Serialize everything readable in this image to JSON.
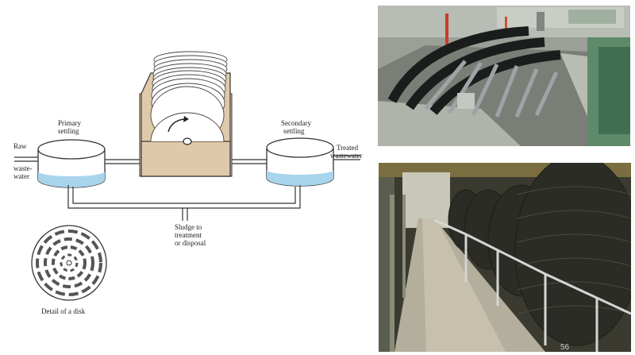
{
  "labels": {
    "raw": "Raw",
    "raw_line2": "waste-",
    "raw_line3": "water",
    "primary_line1": "Primary",
    "primary_line2": "settling",
    "secondary_line1": "Secondary",
    "secondary_line2": "settling",
    "treated_line1": "Treated",
    "treated_line2": "wastewater",
    "sludge_line1": "Sludge to",
    "sludge_line2": "treatment",
    "sludge_line3": "or disposal",
    "disk_detail": "Detail of a disk"
  },
  "page_number": "56",
  "colors": {
    "water": "#a8d4ec",
    "trough": "#e0c9aa",
    "line": "#333333"
  },
  "photos": {
    "top": "rotating-biological-contactor-under-construction",
    "bottom": "enclosed-rbc-units-with-walkway"
  }
}
